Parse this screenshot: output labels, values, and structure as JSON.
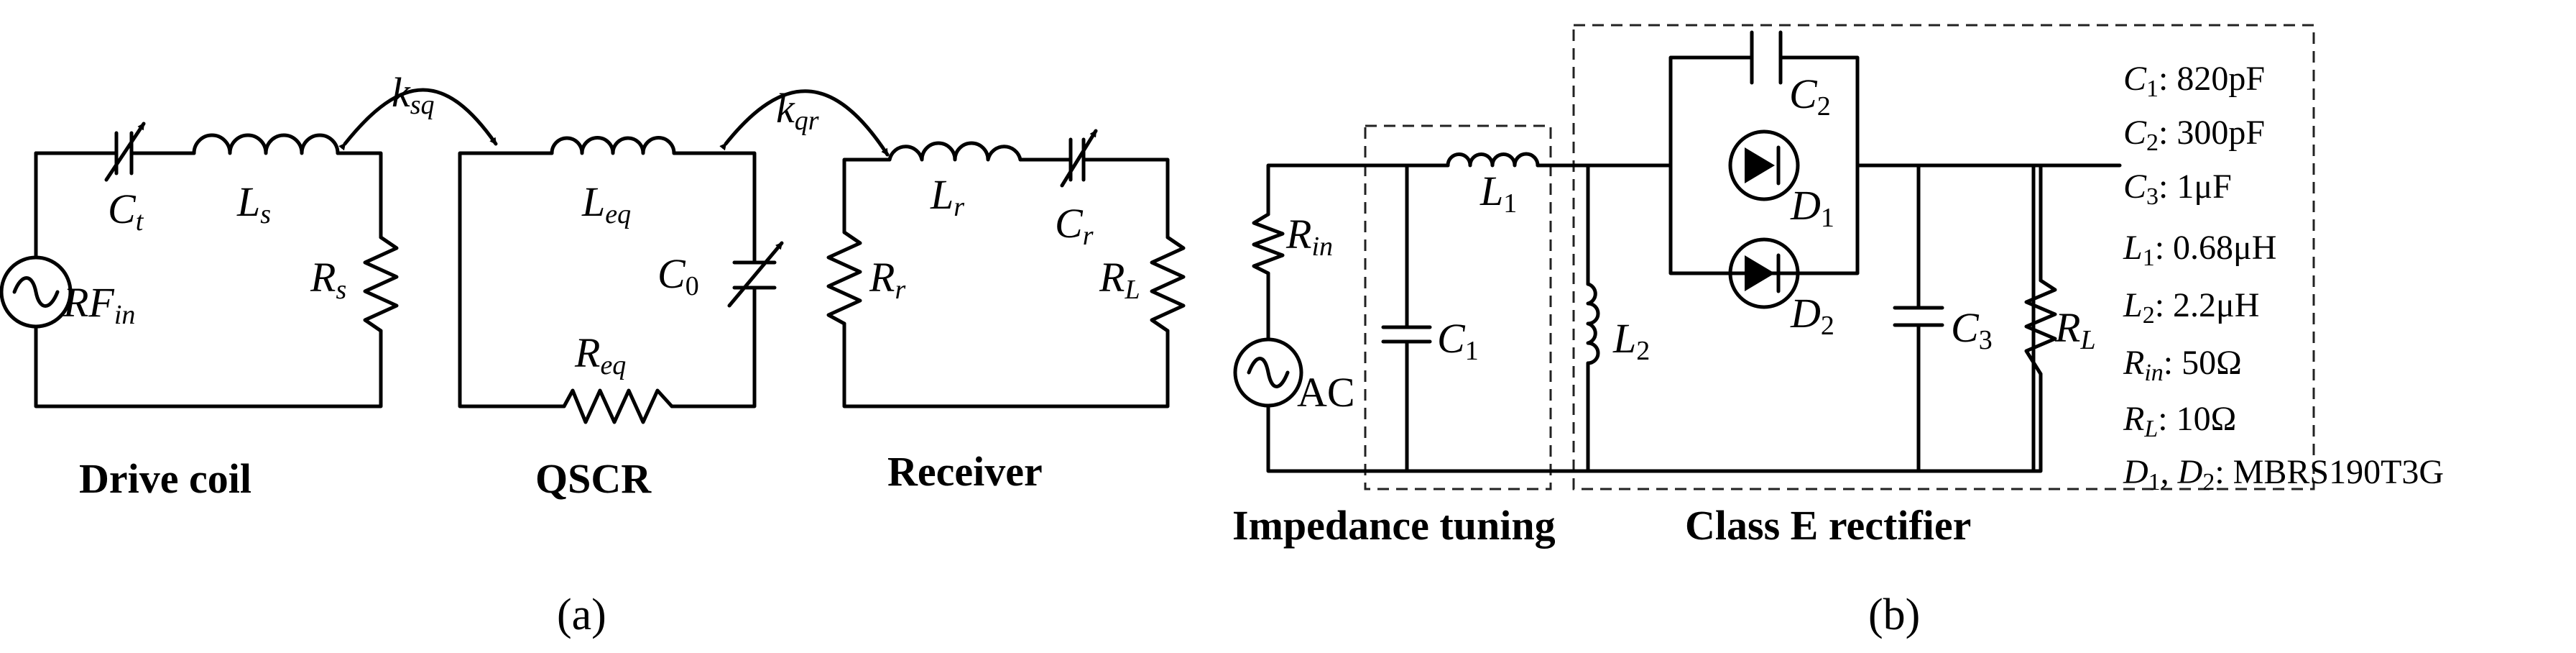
{
  "panel_a": {
    "label": "(a)",
    "drive_coil": {
      "caption": "Drive coil",
      "source": {
        "main": "RF",
        "sub": "in"
      },
      "cap": {
        "main": "C",
        "sub": "t"
      },
      "inductor": {
        "main": "L",
        "sub": "s"
      },
      "resistor": {
        "main": "R",
        "sub": "s"
      }
    },
    "qscr": {
      "caption": "QSCR",
      "inductor": {
        "main": "L",
        "sub": "eq"
      },
      "cap": {
        "main": "C",
        "sub": "0"
      },
      "resistor": {
        "main": "R",
        "sub": "eq"
      }
    },
    "receiver": {
      "caption": "Receiver",
      "inductor": {
        "main": "L",
        "sub": "r"
      },
      "cap": {
        "main": "C",
        "sub": "r"
      },
      "resistor_r": {
        "main": "R",
        "sub": "r"
      },
      "resistor_l": {
        "main": "R",
        "sub": "L"
      }
    },
    "coupling_sq": {
      "main": "k",
      "sub": "sq"
    },
    "coupling_qr": {
      "main": "k",
      "sub": "qr"
    }
  },
  "panel_b": {
    "label": "(b)",
    "group_impedance": "Impedance tuning",
    "group_rectifier": "Class E rectifier",
    "source_label": "AC",
    "rin": {
      "main": "R",
      "sub": "in"
    },
    "c1": {
      "main": "C",
      "sub": "1"
    },
    "l1": {
      "main": "L",
      "sub": "1"
    },
    "l2": {
      "main": "L",
      "sub": "2"
    },
    "c2": {
      "main": "C",
      "sub": "2"
    },
    "d1": {
      "main": "D",
      "sub": "1"
    },
    "d2": {
      "main": "D",
      "sub": "2"
    },
    "c3": {
      "main": "C",
      "sub": "3"
    },
    "rl": {
      "main": "R",
      "sub": "L"
    }
  },
  "specs": [
    {
      "main": "C",
      "sub": "1",
      "value": ": 820pF"
    },
    {
      "main": "C",
      "sub": "2",
      "value": ": 300pF"
    },
    {
      "main": "C",
      "sub": "3",
      "value": ": 1μF"
    },
    {
      "main": "L",
      "sub": "1",
      "value": ": 0.68μH"
    },
    {
      "main": "L",
      "sub": "2",
      "value": ": 2.2μH"
    },
    {
      "main": "R",
      "sub": "in",
      "value": ": 50Ω"
    },
    {
      "main": "R",
      "sub": "L",
      "value": ": 10Ω"
    }
  ],
  "diode_spec": {
    "d1_main": "D",
    "d1_sub": "1",
    "sep": ", ",
    "d2_main": "D",
    "d2_sub": "2",
    "value": ": MBRS190T3G"
  }
}
